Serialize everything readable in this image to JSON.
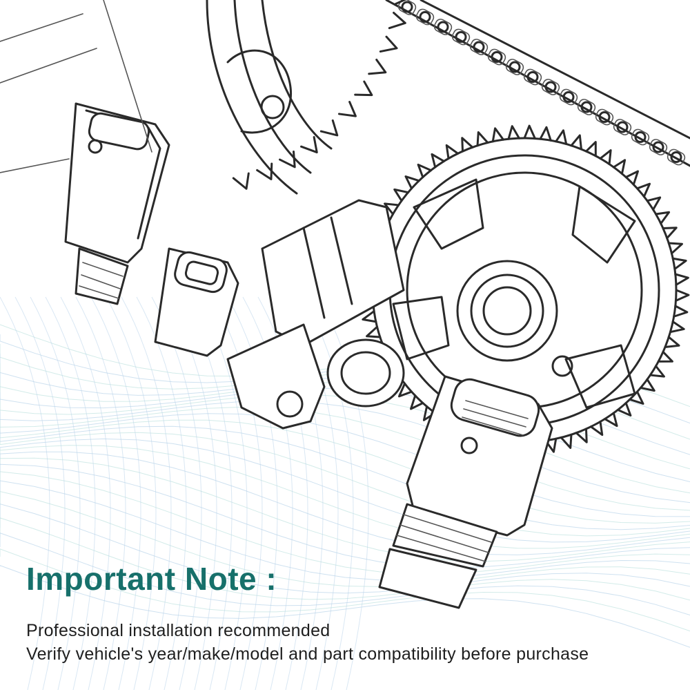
{
  "note": {
    "title": "Important Note :",
    "lines": [
      "Professional installation recommended",
      "Verify vehicle's year/make/model and part compatibility before purchase"
    ]
  },
  "colors": {
    "title": "#17706b",
    "text": "#1e1e1e",
    "line_art": "#2a2a2a",
    "mesh_blue": "#b9d4ea",
    "mesh_teal": "#bfe3df"
  },
  "illustration": {
    "parts": [
      "camshaft-sprocket",
      "timing-chain",
      "vvt-solenoid",
      "sensor-connector"
    ]
  }
}
